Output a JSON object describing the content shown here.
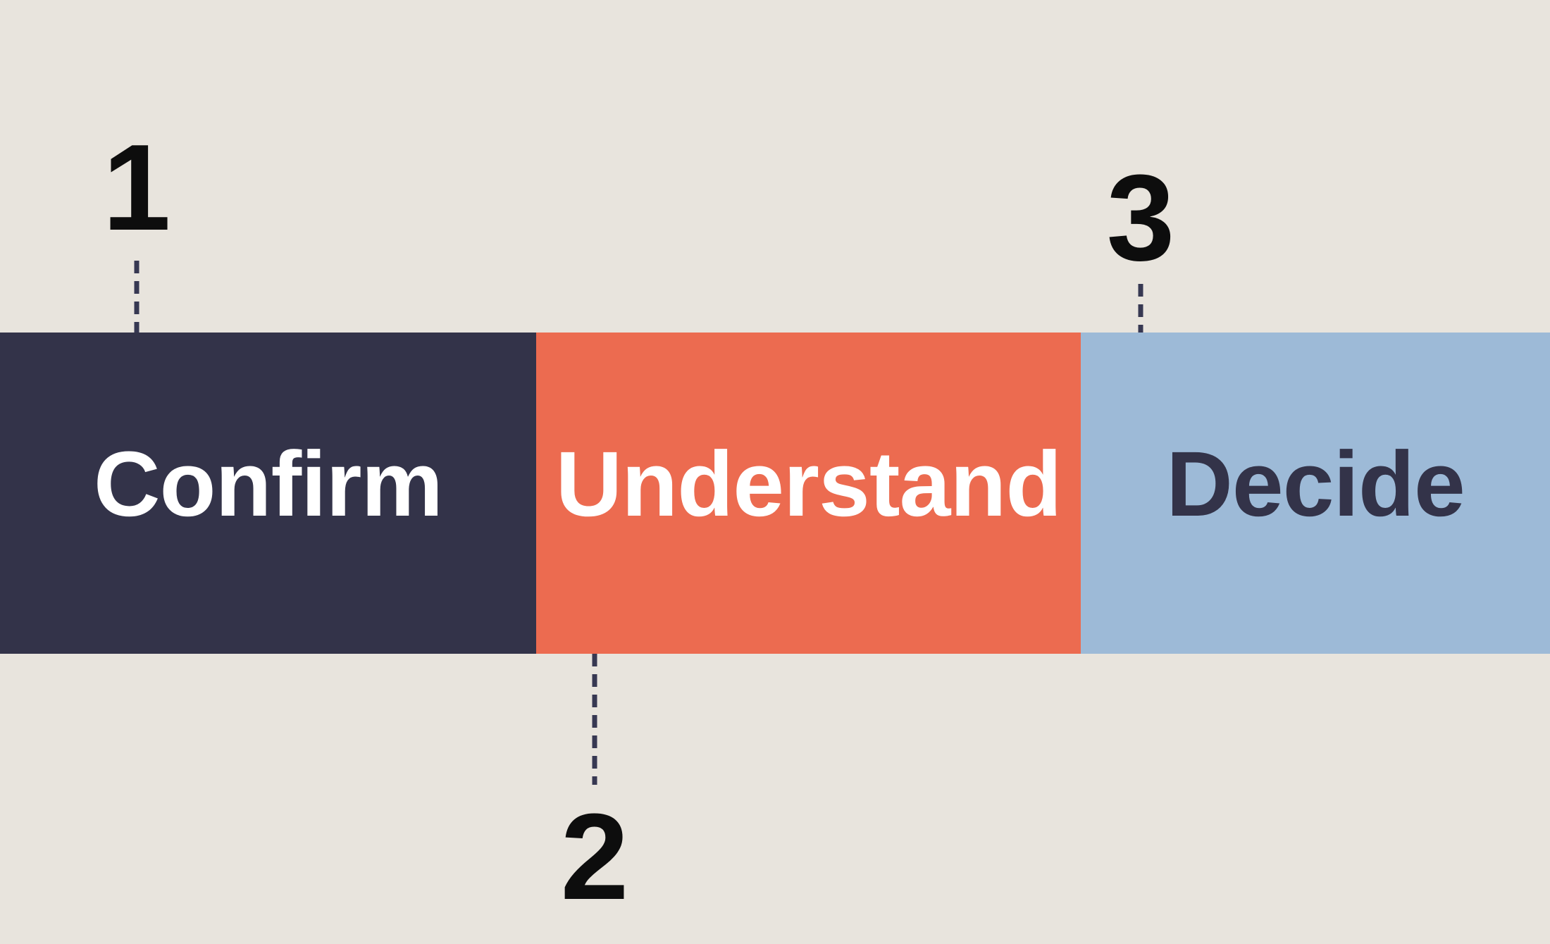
{
  "diagram": {
    "background_color": "#E8E4DD",
    "number_color": "#0D0D0D",
    "dash_color": "#373852",
    "steps": [
      {
        "number": "1",
        "label": "Confirm",
        "block_color": "#333349",
        "label_color": "#FFFFFF",
        "marker_position": "above"
      },
      {
        "number": "2",
        "label": "Understand",
        "block_color": "#EC6B50",
        "label_color": "#FFFFFF",
        "marker_position": "below"
      },
      {
        "number": "3",
        "label": "Decide",
        "block_color": "#9DBAD7",
        "label_color": "#333349",
        "marker_position": "above"
      }
    ]
  }
}
